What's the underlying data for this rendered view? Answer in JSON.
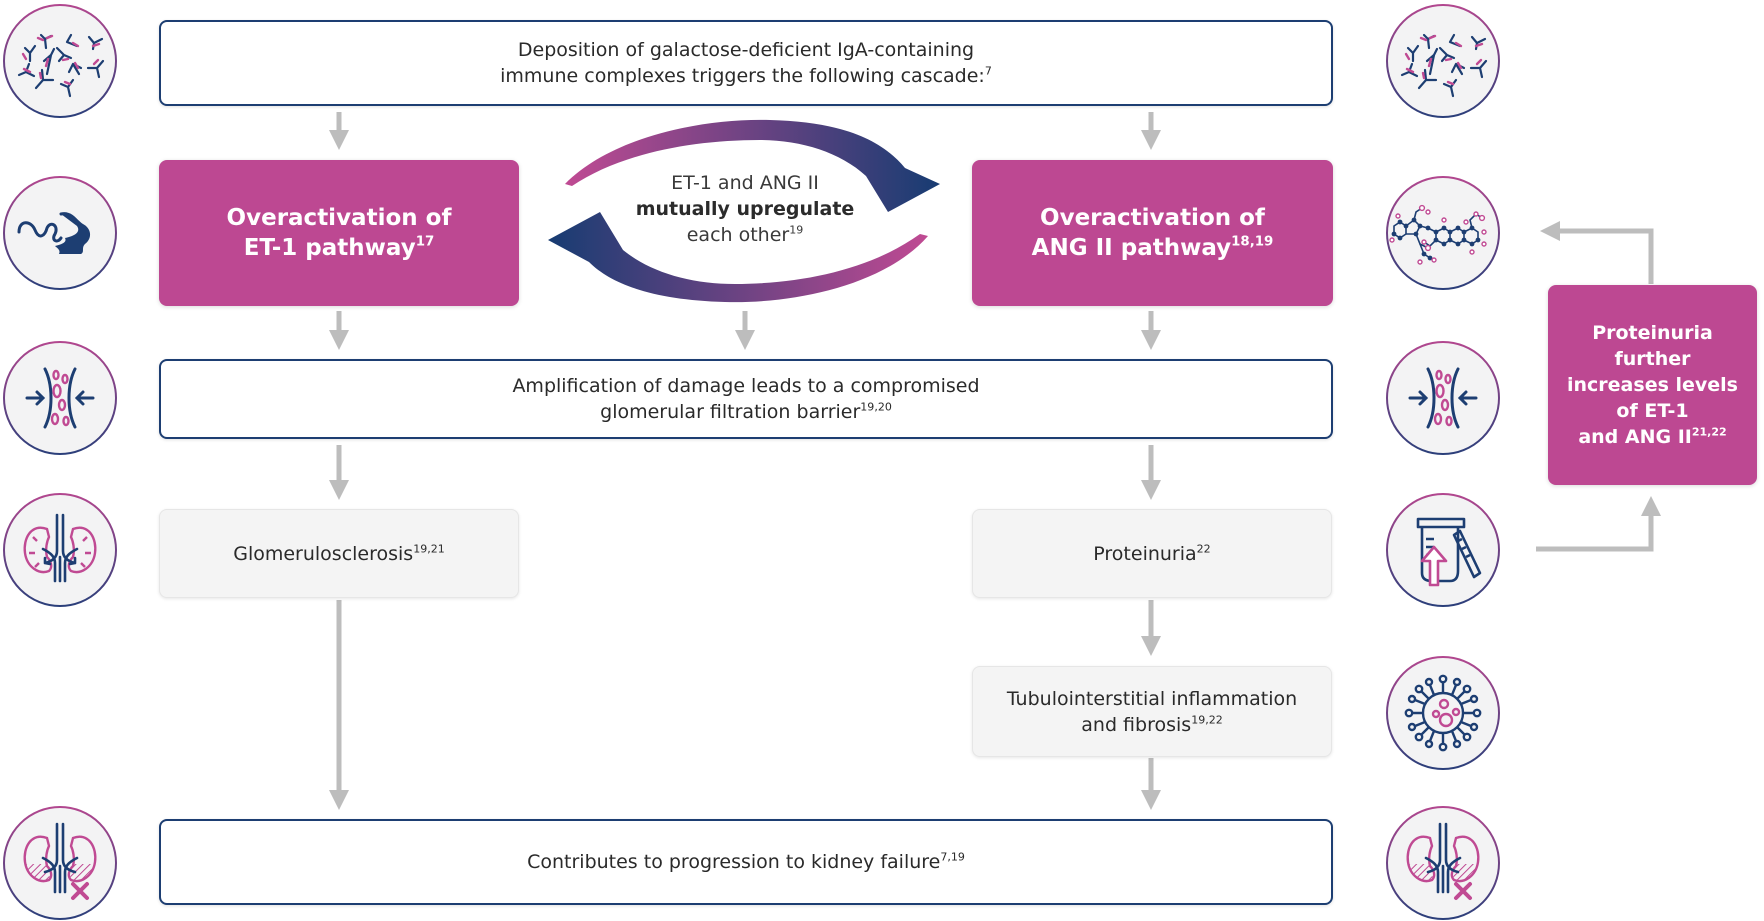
{
  "diagram": {
    "colors": {
      "magenta": "#bd4892",
      "navy": "#1d3e72",
      "arrow_gray": "#bdbdbd",
      "gray_box": "#f4f4f4",
      "icon_bg": "#f3f3f4"
    },
    "top_box": {
      "line1": "Deposition of galactose-deficient IgA-containing",
      "line2": "immune complexes triggers the following cascade:",
      "ref": "7"
    },
    "et1_box": {
      "line1": "Overactivation of",
      "line2": "ET-1 pathway",
      "ref": "17"
    },
    "ang2_box": {
      "line1": "Overactivation of",
      "line2": "ANG II pathway",
      "ref": "18,19"
    },
    "loop": {
      "line1": "ET-1 and ANG II",
      "line2_bold": "mutually upregulate",
      "line3": "each other",
      "ref": "19"
    },
    "amplification_box": {
      "line1": "Amplification of damage leads to a compromised",
      "line2": "glomerular filtration barrier",
      "ref": "19,20"
    },
    "glomerulosclerosis_box": {
      "label": "Glomerulosclerosis",
      "ref": "19,21"
    },
    "proteinuria_box": {
      "label": "Proteinuria",
      "ref": "22"
    },
    "tubulo_box": {
      "line1": "Tubulointerstitial inflammation",
      "line2": "and fibrosis",
      "ref": "19,22"
    },
    "kidney_failure_box": {
      "label": "Contributes to progression to kidney failure",
      "ref": "7,19"
    },
    "feedback_box": {
      "line1": "Proteinuria",
      "line2": "further",
      "line3": "increases levels",
      "line4": "of ET-1",
      "line5": "and ANG II",
      "ref": "21,22"
    },
    "left_icons": [
      "antibodies-icon",
      "protein-chain-icon",
      "filtration-barrier-icon",
      "kidney-icon",
      "kidney-failure-icon"
    ],
    "right_icons": [
      "antibodies-icon",
      "molecule-icon",
      "filtration-barrier-icon",
      "urine-sample-icon",
      "inflammation-cell-icon",
      "kidney-failure-icon"
    ]
  }
}
